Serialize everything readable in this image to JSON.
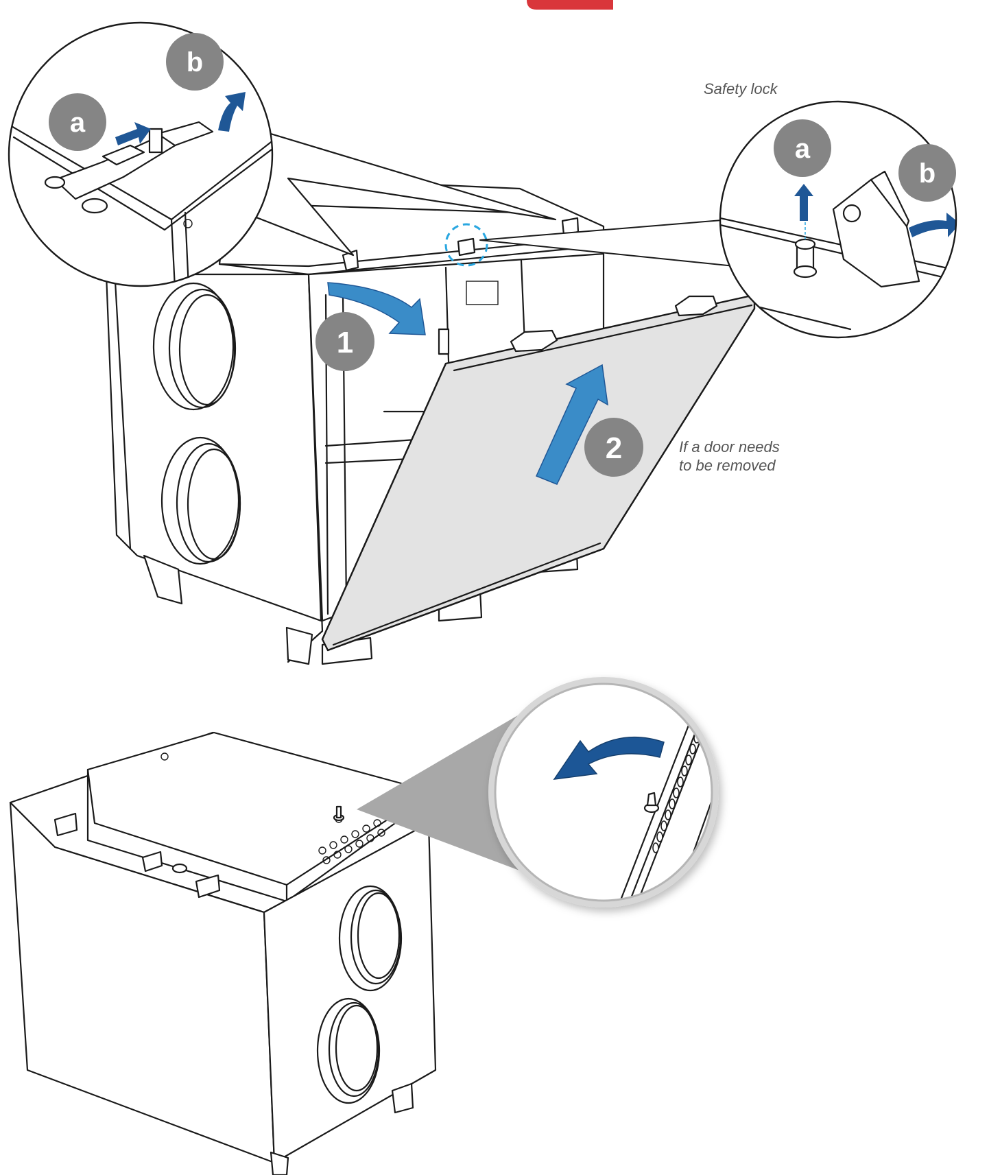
{
  "captions": {
    "safety_lock": "Safety lock",
    "door_removal_line1": "If a door needs",
    "door_removal_line2": "to be removed"
  },
  "badges": {
    "latch_step_a": "a",
    "latch_step_b": "b",
    "lock_step_a": "a",
    "lock_step_b": "b",
    "step_1": "1",
    "step_2": "2"
  },
  "colors": {
    "accent_red": "#d9363b",
    "arrow_blue_dark": "#1f5796",
    "arrow_blue": "#3a8cc8",
    "badge_gray": "#858585",
    "door_gray": "#e3e3e3",
    "callout_gray": "#a8a8a8",
    "highlight_cyan": "#2aa7e0"
  }
}
